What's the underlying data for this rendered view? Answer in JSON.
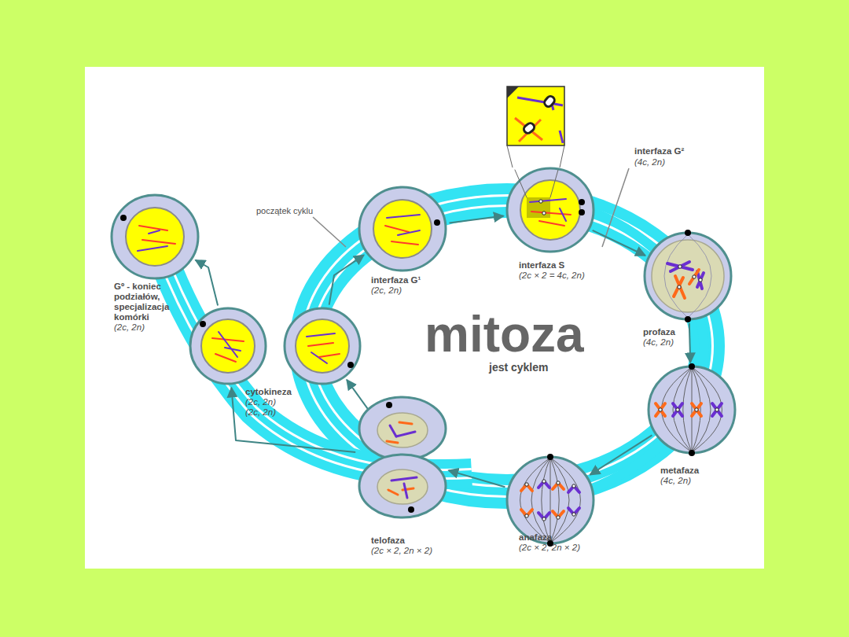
{
  "diagram": {
    "title": "mitoza",
    "nodes": [
      {
        "text": [
          "Gº - koniec podziałów, specjalizacja komórki",
          "(2c, 2n)"
        ]
      },
      {
        "text": [
          "cytokineza",
          "(2c, 2n)"
        ]
      },
      {
        "text": [
          "(2c, 2n)"
        ]
      },
      {
        "text": [
          "interfaza G¹",
          "(2c, 2n)"
        ]
      },
      {
        "text": [
          "interfaza S",
          "(2c × 2 = 4c, 2n)"
        ]
      },
      {
        "text": [
          "profaza",
          "(4c, 2n)"
        ]
      },
      {
        "text": [
          "metafaza",
          "(4c, 2n)"
        ]
      },
      {
        "text": [
          "anafaza",
          "(2c × 2, 2n × 2)"
        ]
      },
      {
        "text": [
          "telofaza",
          "(2c × 2, 2n × 2)"
        ]
      }
    ],
    "edges": [
      {
        "from": 3,
        "to": 4,
        "arrow": "to"
      },
      {
        "from": 4,
        "to": 5,
        "arrow": "to"
      },
      {
        "from": 5,
        "to": 6,
        "arrow": "to"
      },
      {
        "from": 6,
        "to": 7,
        "arrow": "to"
      },
      {
        "from": 7,
        "to": 8,
        "arrow": "to"
      },
      {
        "from": 8,
        "to": 2,
        "arrow": "to"
      },
      {
        "from": 8,
        "to": 1,
        "arrow": "to"
      },
      {
        "from": 2,
        "to": 3,
        "arrow": "to"
      },
      {
        "from": 1,
        "to": 0,
        "arrow": "to"
      }
    ],
    "labels": [
      "początek cyklu",
      "interfaza G²",
      "(4c, 2n)",
      "jest cyklem"
    ]
  }
}
